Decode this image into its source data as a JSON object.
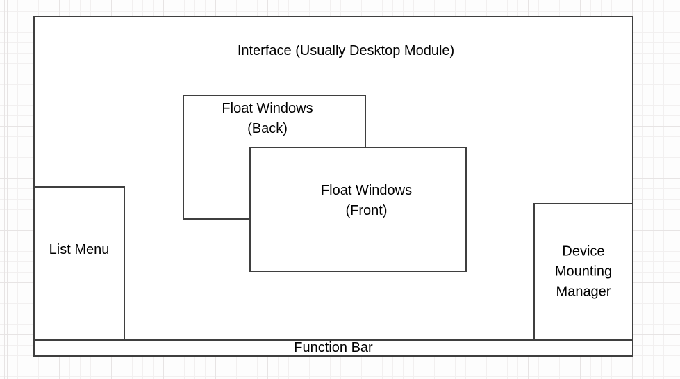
{
  "diagram": {
    "interface": {
      "title": "Interface (Usually Desktop Module)"
    },
    "float_back": {
      "line1": "Float Windows",
      "line2": "(Back)"
    },
    "float_front": {
      "line1": "Float Windows",
      "line2": "(Front)"
    },
    "list_menu": {
      "label": "List Menu"
    },
    "device_manager": {
      "line1": "Device",
      "line2": "Mounting",
      "line3": "Manager"
    },
    "function_bar": {
      "label": "Function Bar"
    },
    "colors": {
      "shape_stroke": "#3f3f3f",
      "shape_fill": "#ffffff",
      "text": "#000000",
      "grid_minor": "#f2f0f0",
      "grid_major": "#e7e4e4",
      "canvas_background": "#fdfdfd"
    }
  }
}
